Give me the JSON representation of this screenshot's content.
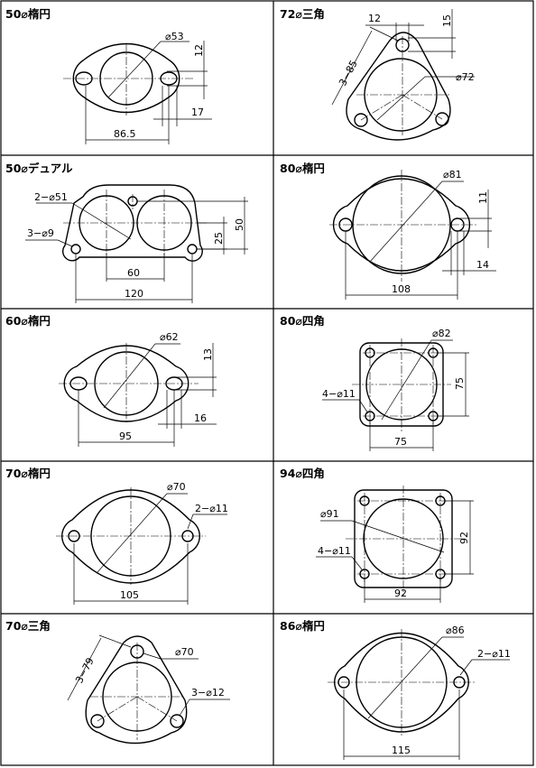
{
  "panels": [
    {
      "id": "p1",
      "title": "50⌀楕円",
      "dims": [
        "⌀53",
        "12",
        "17",
        "86.5"
      ]
    },
    {
      "id": "p2",
      "title": "72⌀三角",
      "dims": [
        "12",
        "15",
        "3−85",
        "⌀72"
      ]
    },
    {
      "id": "p3",
      "title": "50⌀デュアル",
      "dims": [
        "2−⌀51",
        "3−⌀9",
        "25",
        "50",
        "60",
        "120"
      ]
    },
    {
      "id": "p4",
      "title": "80⌀楕円",
      "dims": [
        "⌀81",
        "11",
        "14",
        "108"
      ]
    },
    {
      "id": "p5",
      "title": "60⌀楕円",
      "dims": [
        "⌀62",
        "13",
        "16",
        "95"
      ]
    },
    {
      "id": "p6",
      "title": "80⌀四角",
      "dims": [
        "⌀82",
        "4−⌀11",
        "75",
        "75"
      ]
    },
    {
      "id": "p7",
      "title": "70⌀楕円",
      "dims": [
        "⌀70",
        "2−⌀11",
        "105"
      ]
    },
    {
      "id": "p8",
      "title": "94⌀四角",
      "dims": [
        "⌀91",
        "4−⌀11",
        "92",
        "92"
      ]
    },
    {
      "id": "p9",
      "title": "70⌀三角",
      "dims": [
        "3−79",
        "⌀70",
        "3−⌀12"
      ]
    },
    {
      "id": "p10",
      "title": "86⌀楕円",
      "dims": [
        "⌀86",
        "2−⌀11",
        "115"
      ]
    }
  ]
}
